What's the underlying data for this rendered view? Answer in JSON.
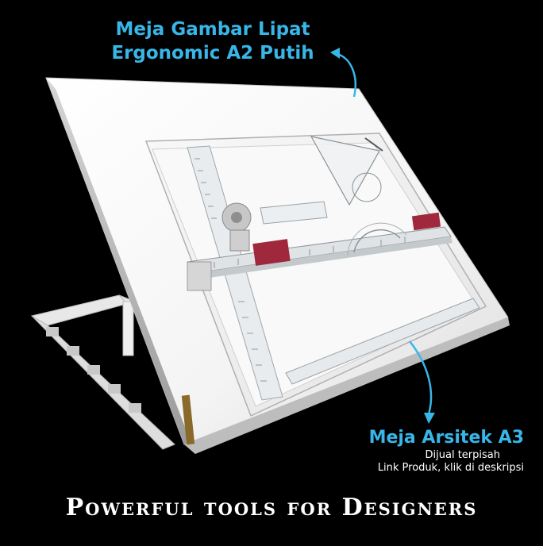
{
  "product": {
    "title_line1": "Meja Gambar Lipat",
    "title_line2": "Ergonomic A2 Putih"
  },
  "accessory": {
    "title": "Meja Arsitek A3",
    "note_line1": "Dijual terpisah",
    "note_line2": "Link Produk, klik di deskripsi"
  },
  "tagline": "Powerful tools for Designers",
  "colors": {
    "background": "#000000",
    "accent": "#38b6e8",
    "board": "#f2f2f2",
    "clamp": "#a0283c"
  }
}
